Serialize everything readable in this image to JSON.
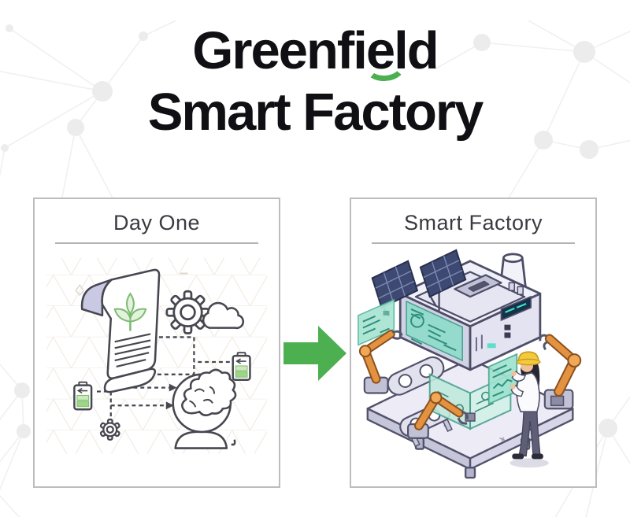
{
  "title": {
    "line1_pre": "Greenfi",
    "line1_accent": "e",
    "line1_post": "ld",
    "line2": "Smart Factory"
  },
  "panels": {
    "before": {
      "label": "Day One",
      "illustration": "blueprint-line-art",
      "icons": [
        "scroll-document-icon",
        "plant-sprout-icon",
        "gear-icon",
        "cloud-icon",
        "battery-charging-icon",
        "battery-charging-icon",
        "small-gear-icon",
        "human-head-brain-icon",
        "dashed-flow-connectors"
      ]
    },
    "after": {
      "label": "Smart Factory",
      "illustration": "isometric-smart-factory",
      "elements": [
        "isometric-platform",
        "factory-machine",
        "chimney",
        "solar-panel",
        "solar-panel",
        "robotic-arm",
        "robotic-arm",
        "robotic-arm",
        "conveyor-track",
        "holographic-dashboard",
        "floating-data-card",
        "engineer-with-hard-hat"
      ]
    }
  },
  "transition": {
    "icon": "green-right-arrow-icon",
    "direction": "right"
  },
  "colors": {
    "accent_green": "#4caf50",
    "title_text": "#101014",
    "heading_text": "#3a3a40",
    "panel_border": "#bdbdbd",
    "rule_gray": "#9a9a9a",
    "outline_ink": "#474750",
    "lavender": "#c9c9e4",
    "leaf_fill": "#e3f2dc",
    "leaf_stroke": "#7cbb70",
    "battery_green_light": "#cdeabb",
    "battery_green": "#9ed687",
    "grid_line": "#f1ece4",
    "network_gray": "#ededed",
    "platform_top": "#ecebf6",
    "platform_side": "#c6c6da",
    "building_top": "#f0f0f9",
    "building_left": "#d2d2e5",
    "building_right": "#e3e3f1",
    "solar_navy": "#3d4970",
    "solar_grid": "#7e8ab6",
    "teal_screen": "#8fdccb",
    "teal_dark": "#2e8f7b",
    "orange_arm": "#e3923f",
    "orange_dark": "#8a5020",
    "helmet_yellow": "#f3c93e",
    "skin": "#f0c097",
    "hair_dark": "#262630",
    "pants_gray": "#5e5e76"
  }
}
